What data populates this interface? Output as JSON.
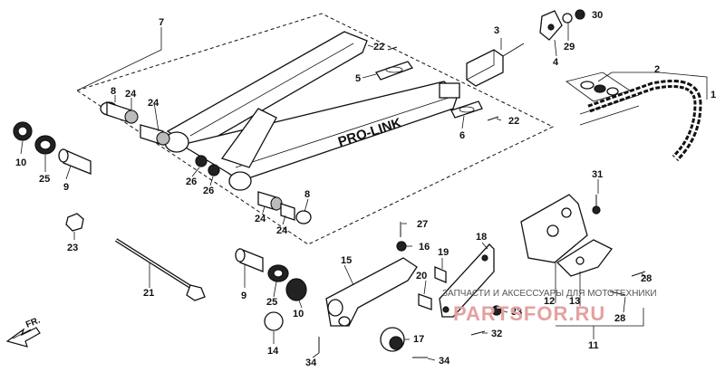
{
  "diagram": {
    "brand_text": "PRO-LINK",
    "direction_label": "FR.",
    "watermark_text": "ЗАПЧАСТИ И АКСЕССУАРЫ ДЛЯ МОТОТЕХНИКИ",
    "watermark_logo": "PARTSFOR.RU",
    "callouts": [
      {
        "id": "c7",
        "text": "7"
      },
      {
        "id": "c22a",
        "text": "22"
      },
      {
        "id": "c5",
        "text": "5"
      },
      {
        "id": "c3",
        "text": "3"
      },
      {
        "id": "c4",
        "text": "4"
      },
      {
        "id": "c29",
        "text": "29"
      },
      {
        "id": "c30",
        "text": "30"
      },
      {
        "id": "c2",
        "text": "2"
      },
      {
        "id": "c1",
        "text": "1"
      },
      {
        "id": "c8a",
        "text": "8"
      },
      {
        "id": "c24a",
        "text": "24"
      },
      {
        "id": "c24b",
        "text": "24"
      },
      {
        "id": "c10a",
        "text": "10"
      },
      {
        "id": "c25a",
        "text": "25"
      },
      {
        "id": "c9a",
        "text": "9"
      },
      {
        "id": "c26a",
        "text": "26"
      },
      {
        "id": "c26b",
        "text": "26"
      },
      {
        "id": "c6",
        "text": "6"
      },
      {
        "id": "c22b",
        "text": "22"
      },
      {
        "id": "c24c",
        "text": "24"
      },
      {
        "id": "c24d",
        "text": "24"
      },
      {
        "id": "c8b",
        "text": "8"
      },
      {
        "id": "c23",
        "text": "23"
      },
      {
        "id": "c21",
        "text": "21"
      },
      {
        "id": "c27",
        "text": "27"
      },
      {
        "id": "c16",
        "text": "16"
      },
      {
        "id": "c19",
        "text": "19"
      },
      {
        "id": "c18",
        "text": "18"
      },
      {
        "id": "c15",
        "text": "15"
      },
      {
        "id": "c20",
        "text": "20"
      },
      {
        "id": "c9b",
        "text": "9"
      },
      {
        "id": "c25b",
        "text": "25"
      },
      {
        "id": "c10b",
        "text": "10"
      },
      {
        "id": "c14",
        "text": "14"
      },
      {
        "id": "c34a",
        "text": "34"
      },
      {
        "id": "c17",
        "text": "17"
      },
      {
        "id": "c34b",
        "text": "34"
      },
      {
        "id": "c33",
        "text": "33"
      },
      {
        "id": "c32",
        "text": "32"
      },
      {
        "id": "c31",
        "text": "31"
      },
      {
        "id": "c12",
        "text": "12"
      },
      {
        "id": "c13",
        "text": "13"
      },
      {
        "id": "c28a",
        "text": "28"
      },
      {
        "id": "c28b",
        "text": "28"
      },
      {
        "id": "c11",
        "text": "11"
      }
    ]
  }
}
